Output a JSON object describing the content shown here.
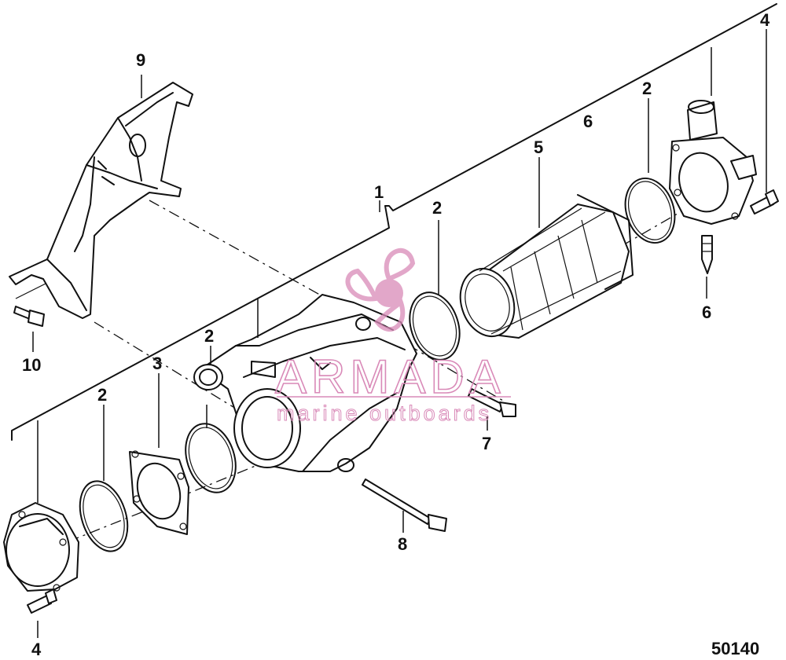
{
  "callouts": {
    "c1": "1",
    "c2a": "2",
    "c2b": "2",
    "c2c": "2",
    "c2d": "2",
    "c3": "3",
    "c4a": "4",
    "c4b": "4",
    "c5": "5",
    "c6a": "6",
    "c6b": "6",
    "c7": "7",
    "c8": "8",
    "c9": "9",
    "c10": "10"
  },
  "figure_id": "50140",
  "watermark": {
    "title": "ARMADA",
    "subtitle": "marine outboards",
    "color": "#d98ab8"
  }
}
